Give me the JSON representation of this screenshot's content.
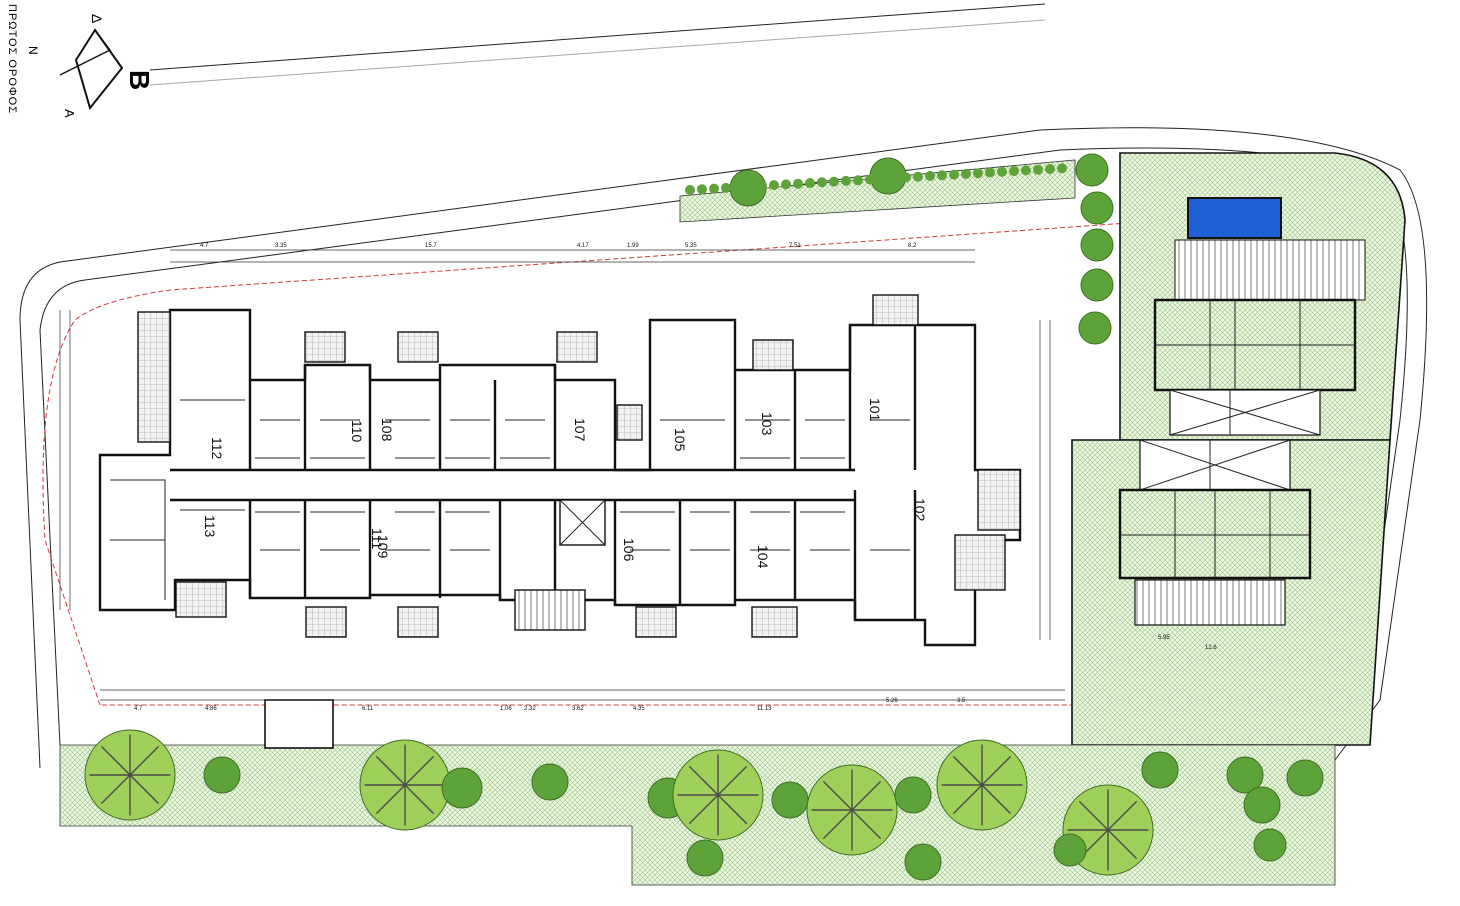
{
  "plan": {
    "floor_title": "ΠΡΩΤΟΣ ΟΡΟΦΟΣ",
    "compass_letters": [
      "Δ",
      "Ν",
      "Β",
      "Α"
    ],
    "units_north_row": [
      "112",
      "110",
      "108",
      "107",
      "105",
      "103",
      "101"
    ],
    "units_south_row": [
      "113",
      "111",
      "109",
      "106",
      "104",
      "102"
    ],
    "top_dimensions": [
      "4.7",
      "3.35",
      "15.7",
      "4.17",
      "1.99",
      "5.35",
      "7.51",
      "8.2"
    ],
    "bottom_dimensions": [
      "4.7",
      "4.86",
      "6.11",
      "1.06",
      "2.32",
      "3.62",
      "4.35",
      "11.13",
      "5.26",
      "3.5"
    ],
    "villa_dimensions": [
      "12.6",
      "5.95"
    ],
    "colors": {
      "wall": "#111111",
      "garden_hatch": "#9acb7a",
      "garden_bg": "#eef6e8",
      "tree_dark": "#5ea33a",
      "tree_light": "#9fd05a",
      "pool": "#1f5fd6",
      "boundary_dashed": "#d33a3a",
      "balcony_grid": "#8a8a8a"
    },
    "icons": [
      "compass-rose-icon",
      "tree-icon",
      "pool-icon",
      "stair-icon",
      "elevator-icon"
    ]
  }
}
